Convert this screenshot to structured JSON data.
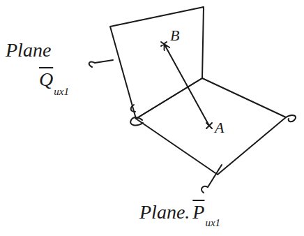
{
  "diagram": {
    "labels": [
      "Plane",
      "Q",
      "ux1",
      "B",
      "A",
      "Plane.",
      "P",
      "ux1"
    ]
  }
}
